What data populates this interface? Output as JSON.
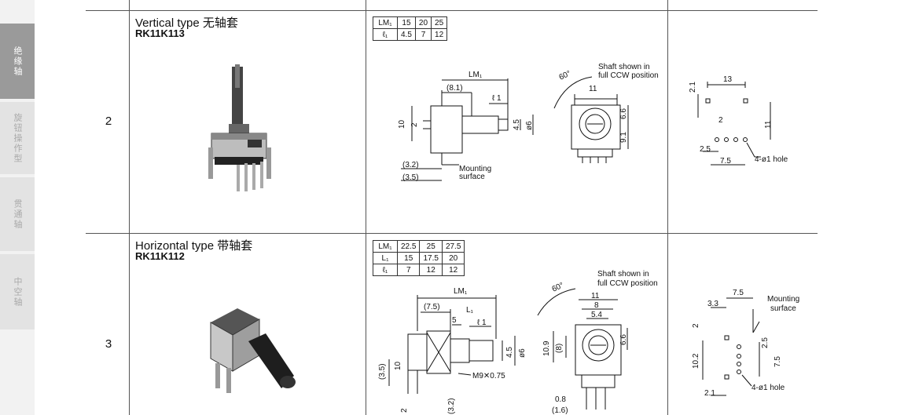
{
  "sidebar": {
    "tabs": [
      {
        "label": "绝缘轴",
        "active": true
      },
      {
        "label": "旋钮操作型",
        "active": false
      },
      {
        "label": "贯通轴",
        "active": false
      },
      {
        "label": "中空轴",
        "active": false
      }
    ]
  },
  "rows": [
    {
      "number": "2",
      "title": "Vertical type 无轴套",
      "model": "RK11K113",
      "spec": {
        "rows": [
          {
            "head": "LM₁",
            "values": [
              "15",
              "20",
              "25"
            ]
          },
          {
            "head": "ℓ₁",
            "values": [
              "4.5",
              "7",
              "12"
            ]
          }
        ]
      },
      "dims": {
        "lm1": "LM₁",
        "d81": "(8.1)",
        "l1": "ℓ 1",
        "d10": "10",
        "d2": "2",
        "d45": "4.5",
        "d6": "ø6",
        "d32": "(3.2)",
        "d35": "(3.5)",
        "mount1": "Mounting",
        "mount2": "surface",
        "a60": "60°",
        "shaft1": "Shaft shown in",
        "shaft2": "full CCW position",
        "d11": "11",
        "d66": "6.6",
        "d91": "9.1"
      },
      "pcb": {
        "d21": "2.1",
        "d13": "13",
        "d2": "2",
        "d11": "11",
        "d25": "2.5",
        "d75": "7.5",
        "hole": "4-ø1 hole"
      }
    },
    {
      "number": "3",
      "title": "Horizontal type 带轴套",
      "model": "RK11K112",
      "spec": {
        "rows": [
          {
            "head": "LM₁",
            "values": [
              "22.5",
              "25",
              "27.5"
            ]
          },
          {
            "head": "L₁",
            "values": [
              "15",
              "17.5",
              "20"
            ]
          },
          {
            "head": "ℓ₁",
            "values": [
              "7",
              "12",
              "12"
            ]
          }
        ]
      },
      "dims": {
        "lm1": "LM₁",
        "d75": "(7.5)",
        "L1": "L₁",
        "d5": "5",
        "l1": "ℓ 1",
        "d45": "4.5",
        "d6": "ø6",
        "d35": "(3.5)",
        "d10": "10",
        "m9": "M9✕0.75",
        "d2": "2",
        "d32": "(3.2)",
        "a60": "60°",
        "shaft1": "Shaft shown in",
        "shaft2": "full CCW position",
        "d11": "11",
        "d8": "8",
        "d54": "5.4",
        "d109": "10.9",
        "d8p": "(8)",
        "d66": "6.6",
        "d08": "0.8",
        "d16": "(1.6)"
      },
      "pcb": {
        "d75": "7.5",
        "d33": "3.3",
        "mount1": "Mounting",
        "mount2": "surface",
        "d2": "2",
        "d25": "2.5",
        "d102": "10.2",
        "d75b": "7.5",
        "d21": "2.1",
        "hole": "4-ø1 hole"
      }
    }
  ]
}
